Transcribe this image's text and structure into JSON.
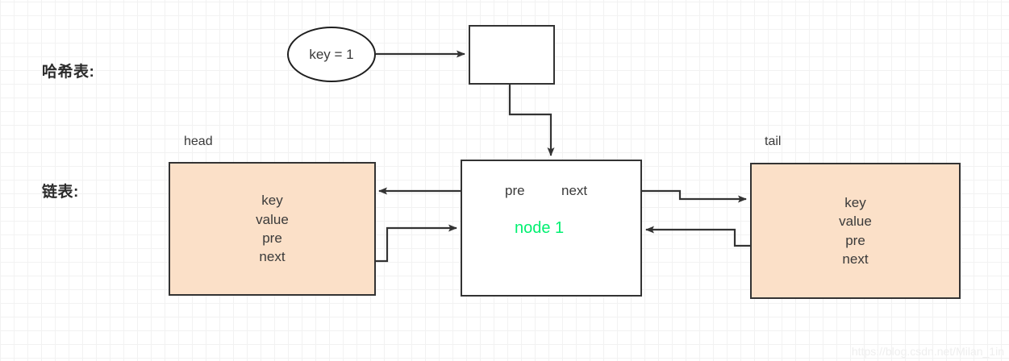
{
  "diagram": {
    "title_row_hash": "哈希表:",
    "title_row_list": "链表:",
    "hash_key_node": {
      "label": "key = 1"
    },
    "hash_bucket": {
      "label": ""
    },
    "head_box": {
      "caption": "head",
      "fields": "key\nvalue\npre\nnext",
      "fill": "#fbe0c8"
    },
    "tail_box": {
      "caption": "tail",
      "fields": "key\nvalue\npre\nnext",
      "fill": "#fbe0c8"
    },
    "center_node": {
      "pre_label": "pre",
      "next_label": "next",
      "title": "node 1",
      "title_color": "#00f070",
      "fill": "#ffffff"
    },
    "stroke_color": "#333333",
    "watermark": "https://blog.csdn.net/Milan_1in"
  }
}
